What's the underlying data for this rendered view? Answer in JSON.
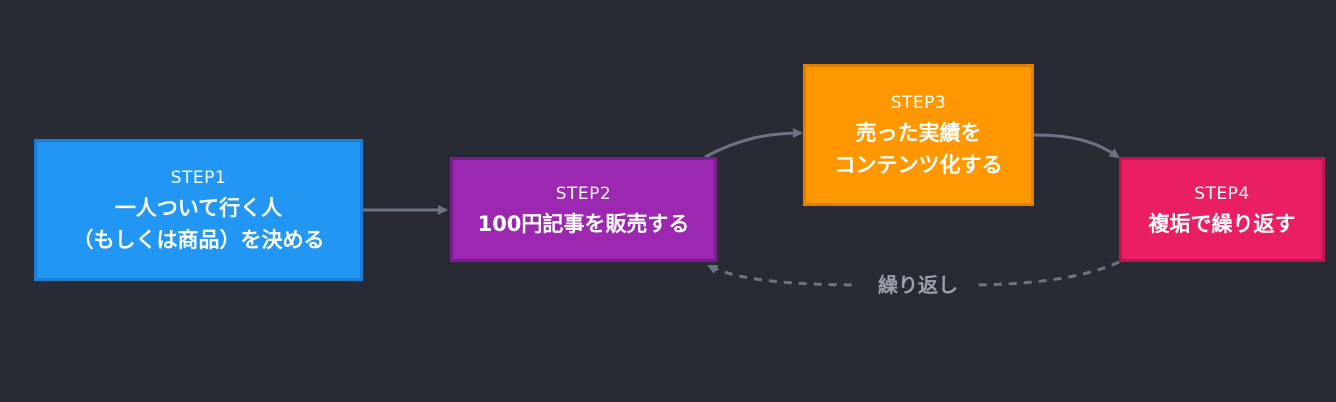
{
  "colors": {
    "background": "#282b33",
    "edge": "#6c7385",
    "edge_label": "#9aa0ab",
    "step1": "#2196f3",
    "step2": "#9c27b0",
    "step3": "#ff9800",
    "step4": "#e91e63"
  },
  "nodes": [
    {
      "id": "step1",
      "step": "STEP1",
      "lines": [
        "一人ついて行く人",
        "（もしくは商品）を決める"
      ]
    },
    {
      "id": "step2",
      "step": "STEP2",
      "lines": [
        "100円記事を販売する"
      ]
    },
    {
      "id": "step3",
      "step": "STEP3",
      "lines": [
        "売った実績を",
        "コンテンツ化する"
      ]
    },
    {
      "id": "step4",
      "step": "STEP4",
      "lines": [
        "複垢で繰り返す"
      ]
    }
  ],
  "edges": [
    {
      "from": "step1",
      "to": "step2",
      "style": "solid"
    },
    {
      "from": "step2",
      "to": "step3",
      "style": "solid"
    },
    {
      "from": "step3",
      "to": "step4",
      "style": "solid"
    },
    {
      "from": "step4",
      "to": "step2",
      "style": "dashed",
      "label": "繰り返し"
    }
  ]
}
